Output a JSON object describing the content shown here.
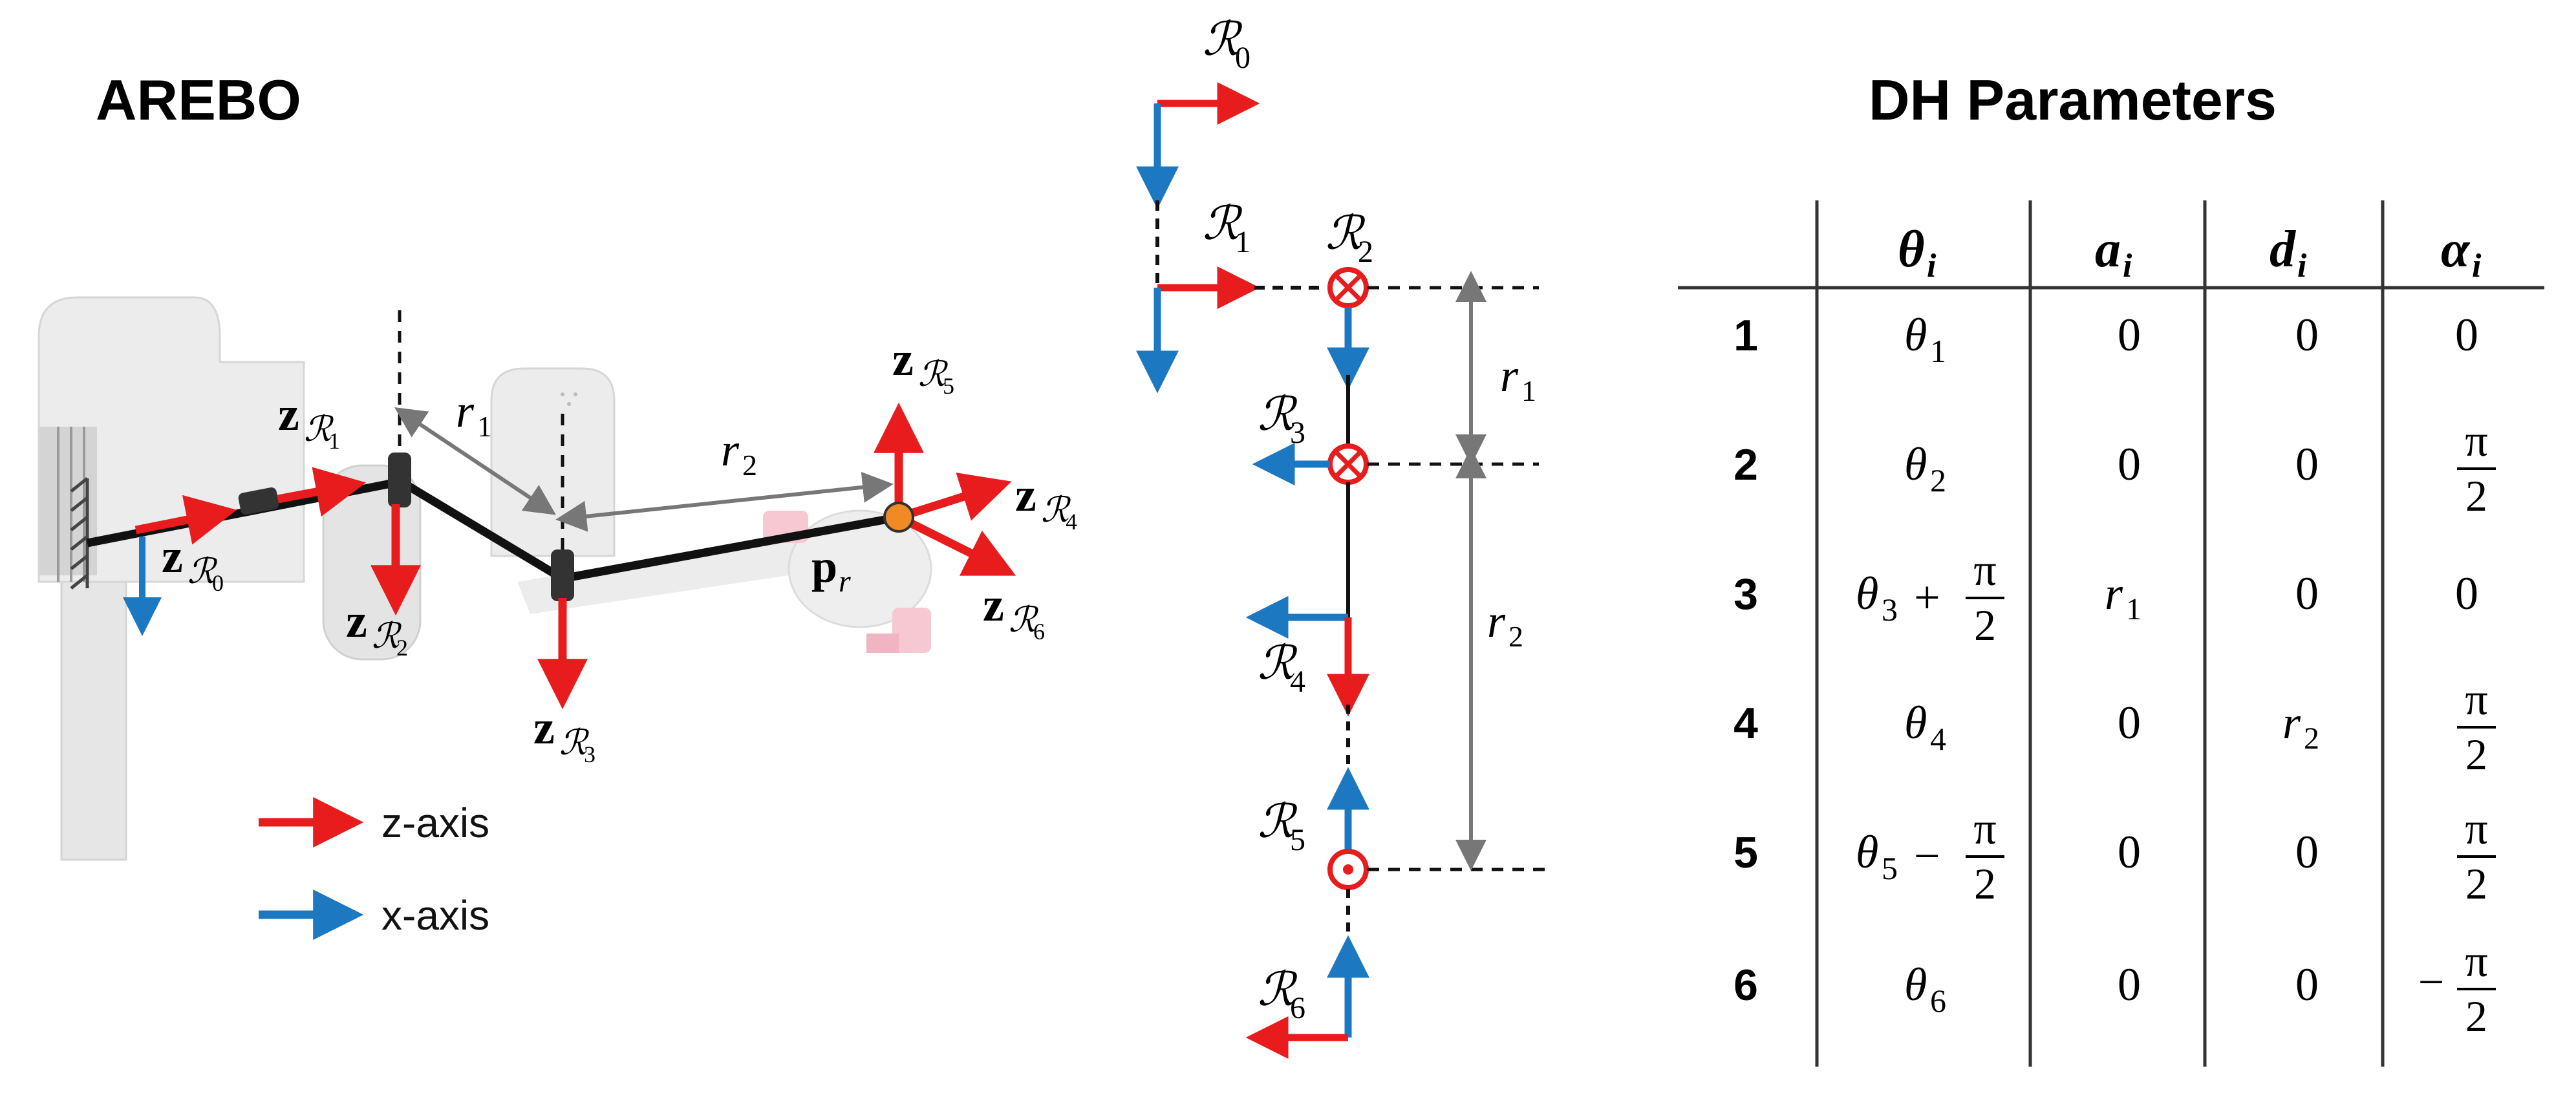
{
  "left_panel": {
    "title": "AREBO",
    "labels": {
      "z_symbol": "z",
      "frame_symbol": "ℛ",
      "frame_subs": [
        "0",
        "1",
        "2",
        "3",
        "4",
        "5",
        "6"
      ],
      "r1": "r",
      "r1_sub": "1",
      "r2": "r",
      "r2_sub": "2",
      "point": "p",
      "point_sub": "r"
    },
    "legend": [
      {
        "label": "z-axis",
        "color": "#e81c1c"
      },
      {
        "label": "x-axis",
        "color": "#1c78c0"
      }
    ]
  },
  "middle_panel": {
    "frames": [
      "ℛ",
      "ℛ",
      "ℛ",
      "ℛ",
      "ℛ",
      "ℛ",
      "ℛ"
    ],
    "frame_subs": [
      "0",
      "1",
      "2",
      "3",
      "4",
      "5",
      "6"
    ],
    "dims": [
      {
        "label": "r",
        "sub": "1"
      },
      {
        "label": "r",
        "sub": "2"
      }
    ]
  },
  "right_panel": {
    "title": "DH Parameters",
    "headers": [
      {
        "sym": "θ",
        "sub": "i"
      },
      {
        "sym": "a",
        "sub": "i"
      },
      {
        "sym": "d",
        "sub": "i"
      },
      {
        "sym": "α",
        "sub": "i"
      }
    ],
    "rows": [
      {
        "n": "1",
        "theta": {
          "sym": "θ",
          "sub": "1",
          "op": "",
          "frac": ""
        },
        "a": {
          "t": "0",
          "sub": ""
        },
        "d": {
          "t": "0",
          "sub": ""
        },
        "alpha": {
          "sign": "",
          "num": "",
          "den": "",
          "plain": "0"
        }
      },
      {
        "n": "2",
        "theta": {
          "sym": "θ",
          "sub": "2",
          "op": "",
          "frac": ""
        },
        "a": {
          "t": "0",
          "sub": ""
        },
        "d": {
          "t": "0",
          "sub": ""
        },
        "alpha": {
          "sign": "",
          "num": "π",
          "den": "2",
          "plain": ""
        }
      },
      {
        "n": "3",
        "theta": {
          "sym": "θ",
          "sub": "3",
          "op": "+",
          "frac": "π/2"
        },
        "a": {
          "t": "r",
          "sub": "1"
        },
        "d": {
          "t": "0",
          "sub": ""
        },
        "alpha": {
          "sign": "",
          "num": "",
          "den": "",
          "plain": "0"
        }
      },
      {
        "n": "4",
        "theta": {
          "sym": "θ",
          "sub": "4",
          "op": "",
          "frac": ""
        },
        "a": {
          "t": "0",
          "sub": ""
        },
        "d": {
          "t": "r",
          "sub": "2"
        },
        "alpha": {
          "sign": "",
          "num": "π",
          "den": "2",
          "plain": ""
        }
      },
      {
        "n": "5",
        "theta": {
          "sym": "θ",
          "sub": "5",
          "op": "−",
          "frac": "π/2"
        },
        "a": {
          "t": "0",
          "sub": ""
        },
        "d": {
          "t": "0",
          "sub": ""
        },
        "alpha": {
          "sign": "",
          "num": "π",
          "den": "2",
          "plain": ""
        }
      },
      {
        "n": "6",
        "theta": {
          "sym": "θ",
          "sub": "6",
          "op": "",
          "frac": ""
        },
        "a": {
          "t": "0",
          "sub": ""
        },
        "d": {
          "t": "0",
          "sub": ""
        },
        "alpha": {
          "sign": "−",
          "num": "π",
          "den": "2",
          "plain": ""
        }
      }
    ]
  },
  "colors": {
    "z_axis": "#e81c1c",
    "x_axis": "#1c78c0",
    "link": "#111111",
    "dim": "#777777",
    "point": "#f08a24"
  }
}
